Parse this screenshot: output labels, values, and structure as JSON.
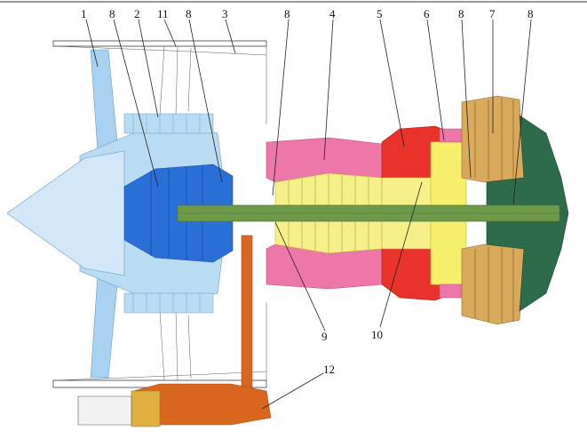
{
  "colors": {
    "fan": "#b9dcf3",
    "fan_blade": "#a8d2ef",
    "spinner": "#d2e8f8",
    "booster": "#2a6fd6",
    "booster_dark": "#1b4fb0",
    "hpc": "#f7f08a",
    "hpc_case": "#ee77aa",
    "combustor": "#e8322a",
    "hpt": "#f6ef6a",
    "lpt": "#cf9a52",
    "lpt_case": "#d9a95c",
    "exhaust": "#2e6b4a",
    "shaft": "#6f9a4a",
    "shaft_dark": "#4d7a32",
    "gearbox": "#d9661f",
    "gearbox_dark": "#b24c10",
    "accessory": "#e0b040"
  },
  "callouts": [
    {
      "id": "1",
      "label": "1"
    },
    {
      "id": "8a",
      "label": "8"
    },
    {
      "id": "2",
      "label": "2"
    },
    {
      "id": "11",
      "label": "11"
    },
    {
      "id": "8b",
      "label": "8"
    },
    {
      "id": "3",
      "label": "3"
    },
    {
      "id": "8c",
      "label": "8"
    },
    {
      "id": "4",
      "label": "4"
    },
    {
      "id": "5",
      "label": "5"
    },
    {
      "id": "6",
      "label": "6"
    },
    {
      "id": "8d",
      "label": "8"
    },
    {
      "id": "7",
      "label": "7"
    },
    {
      "id": "8e",
      "label": "8"
    },
    {
      "id": "9",
      "label": "9"
    },
    {
      "id": "10",
      "label": "10"
    },
    {
      "id": "12",
      "label": "12"
    }
  ]
}
